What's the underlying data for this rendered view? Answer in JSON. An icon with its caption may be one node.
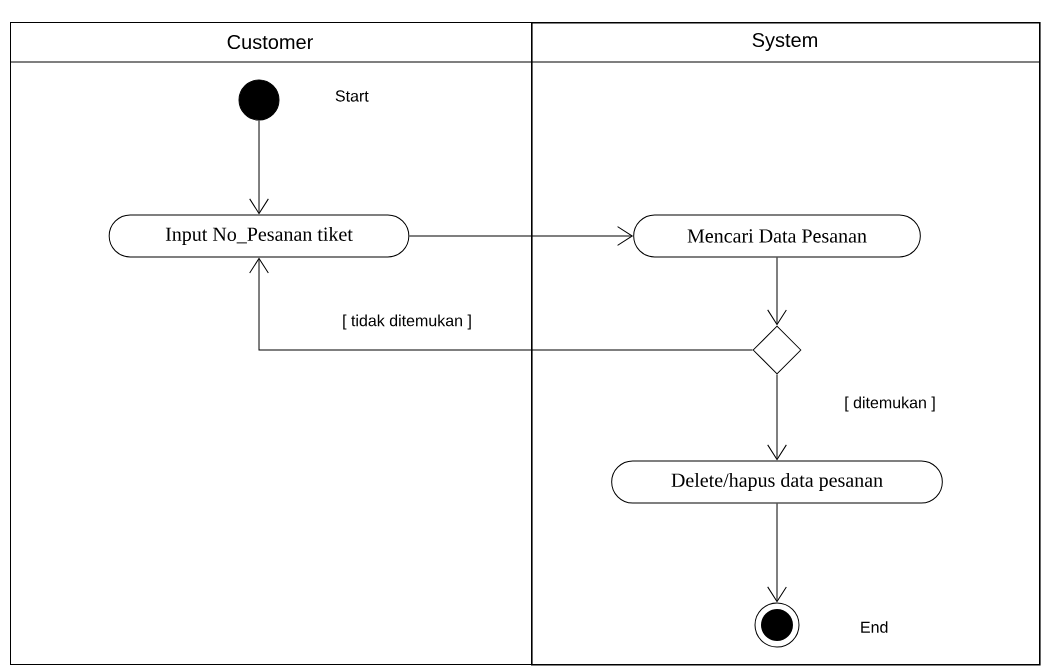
{
  "diagram": {
    "nodes": [
      {
        "text": [
          "Customer"
        ]
      },
      {
        "text": [
          "System"
        ]
      },
      {
        "text": [],
        "shape": "circle",
        "in": 0,
        "beside": [
          "Start"
        ]
      },
      {
        "text": [
          "Input No_Pesanan tiket"
        ],
        "in": 0
      },
      {
        "text": [
          "Mencari Data Pesanan"
        ],
        "in": 1
      },
      {
        "text": [],
        "shape": "diamond",
        "in": 1
      },
      {
        "text": [
          "Delete/hapus data pesanan"
        ],
        "in": 1
      },
      {
        "text": [],
        "shape": "bullseye",
        "in": 1,
        "beside": [
          "End"
        ]
      }
    ],
    "edges": [
      {
        "from": 2,
        "to": 3,
        "arrow": "to"
      },
      {
        "from": 3,
        "to": 4,
        "arrow": "to"
      },
      {
        "from": 4,
        "to": 5,
        "arrow": "to"
      },
      {
        "from": 5,
        "to": 3,
        "arrow": "to",
        "label": "[ tidak ditemukan ]"
      },
      {
        "from": 5,
        "to": 6,
        "arrow": "to",
        "label": "[ ditemukan ]"
      },
      {
        "from": 6,
        "to": 7,
        "arrow": "to"
      }
    ]
  }
}
